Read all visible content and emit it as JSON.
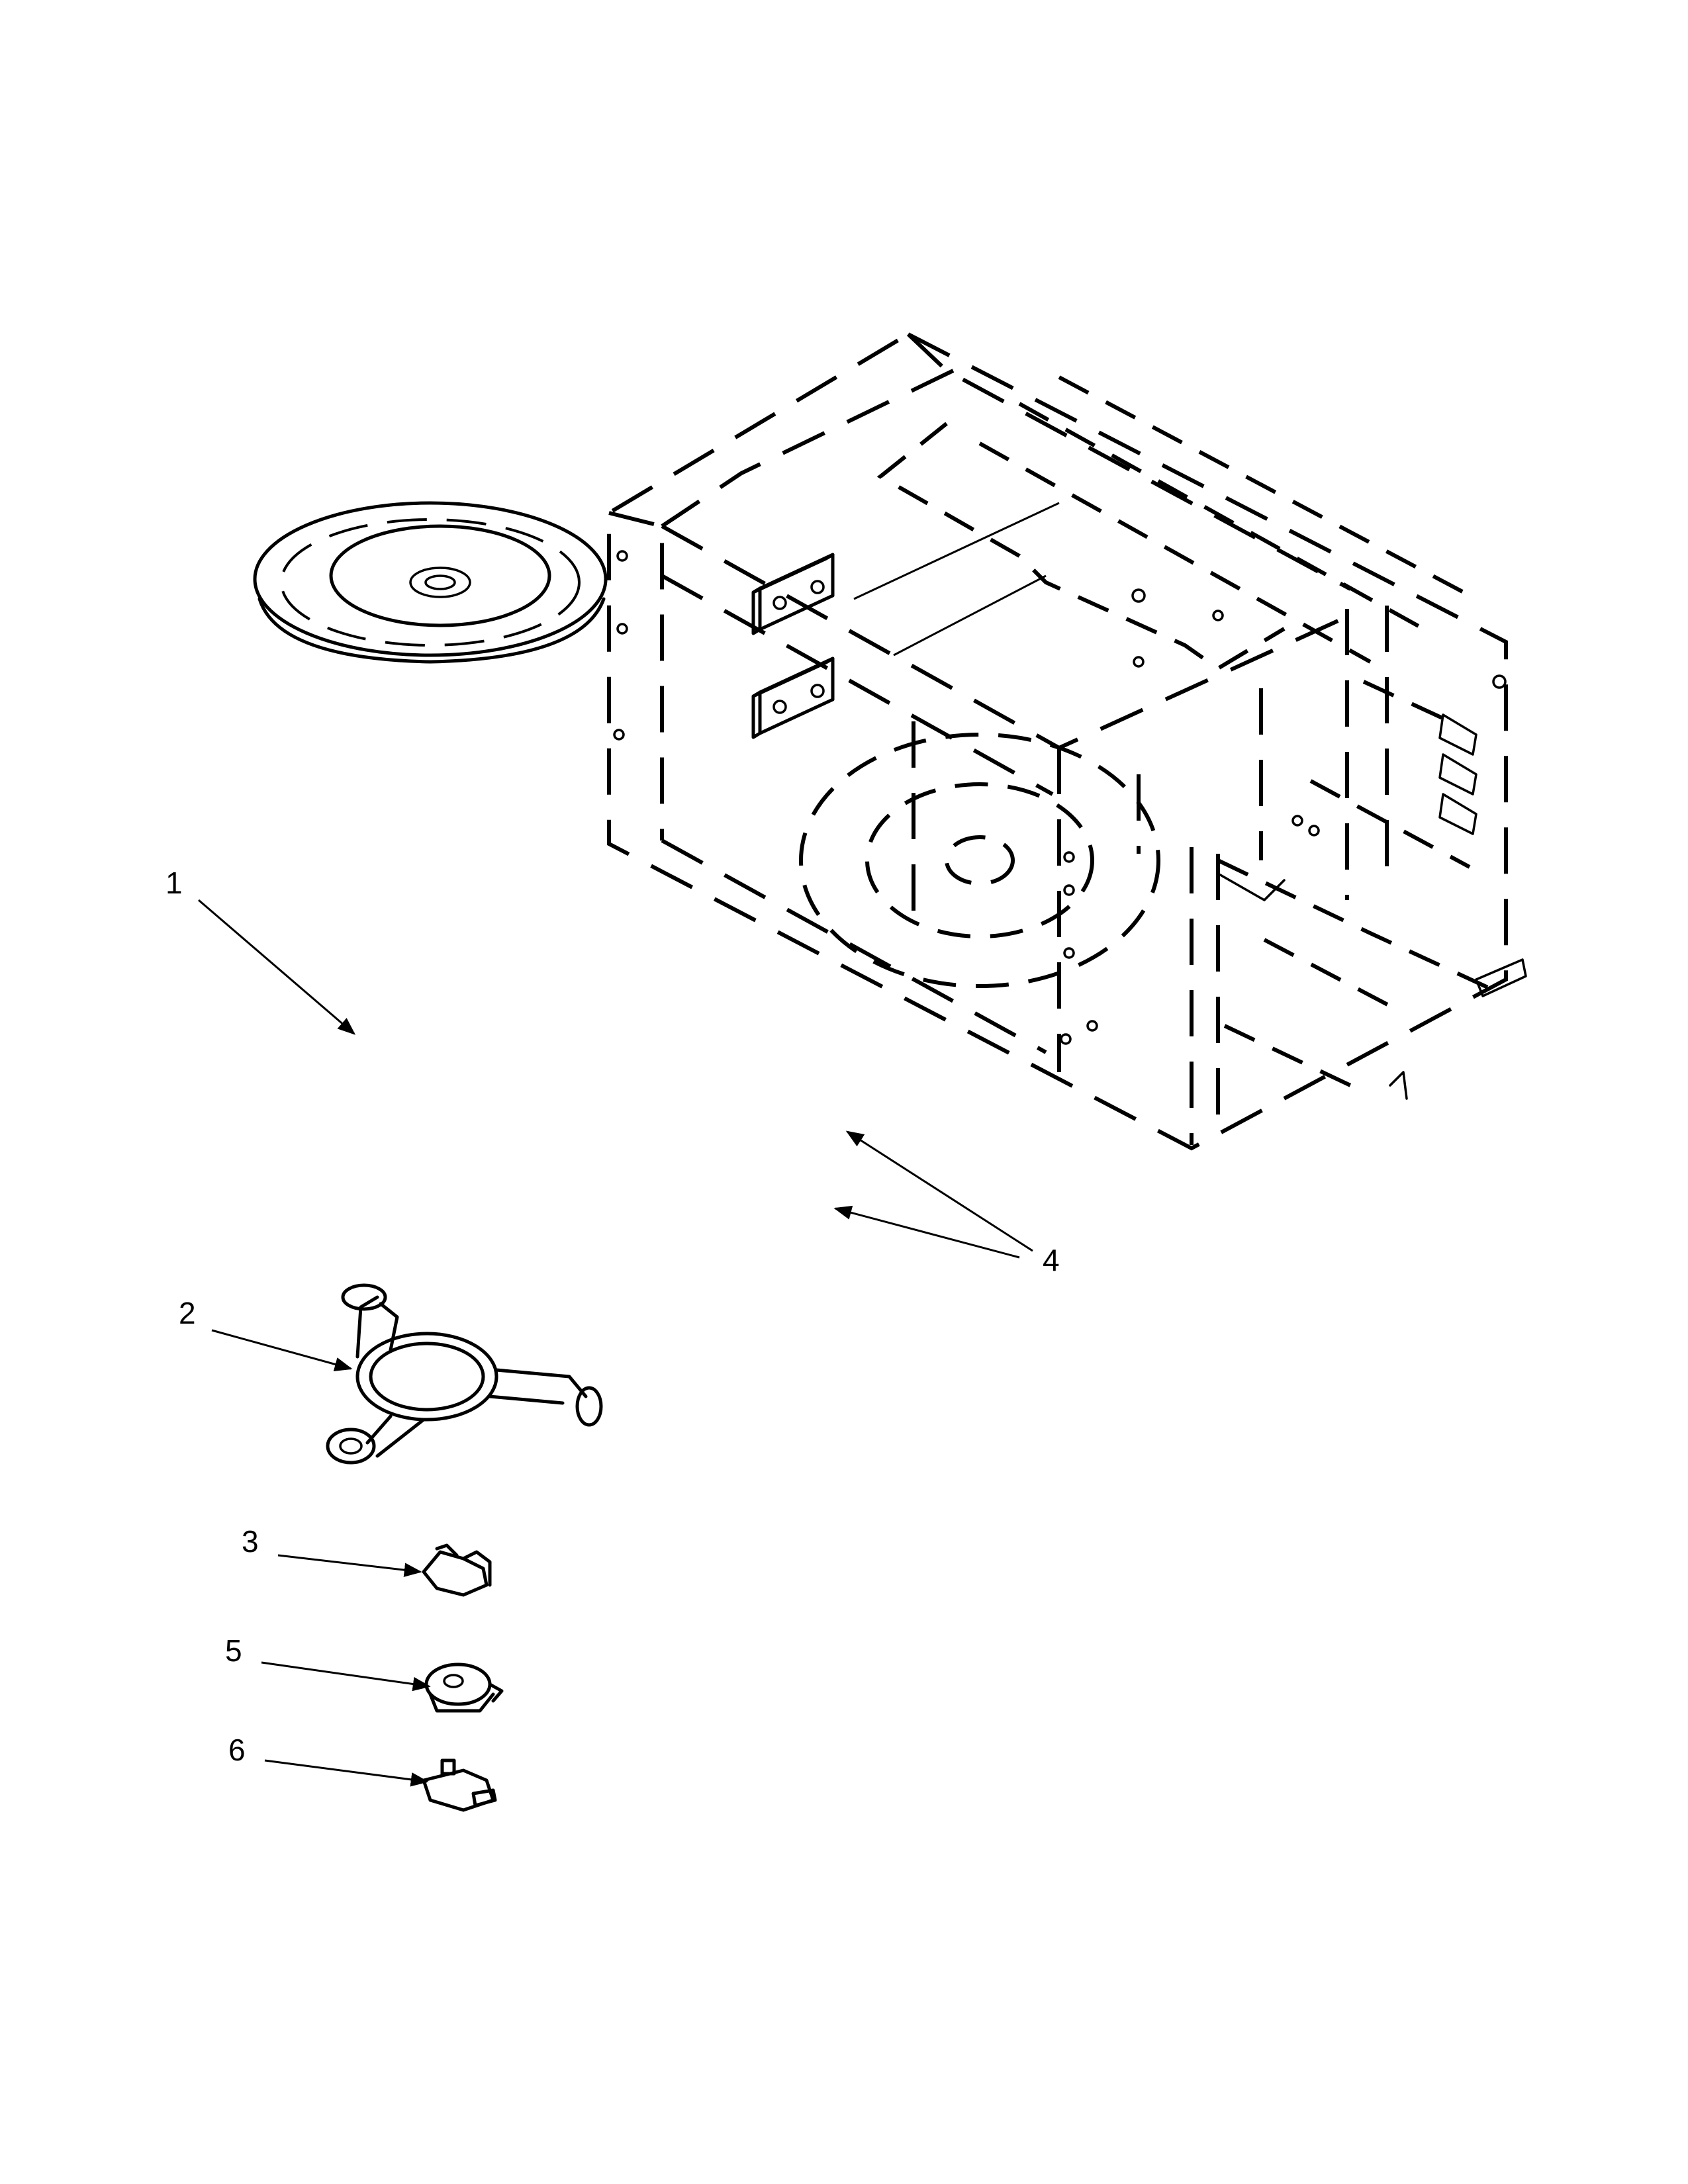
{
  "diagram": {
    "callouts": [
      {
        "id": "1",
        "label": "1"
      },
      {
        "id": "2",
        "label": "2"
      },
      {
        "id": "3",
        "label": "3"
      },
      {
        "id": "4",
        "label": "4"
      },
      {
        "id": "5",
        "label": "5"
      },
      {
        "id": "6",
        "label": "6"
      }
    ],
    "colors": {
      "line": "#000000",
      "background": "#ffffff",
      "part_fill": "#d9d9d9"
    }
  }
}
